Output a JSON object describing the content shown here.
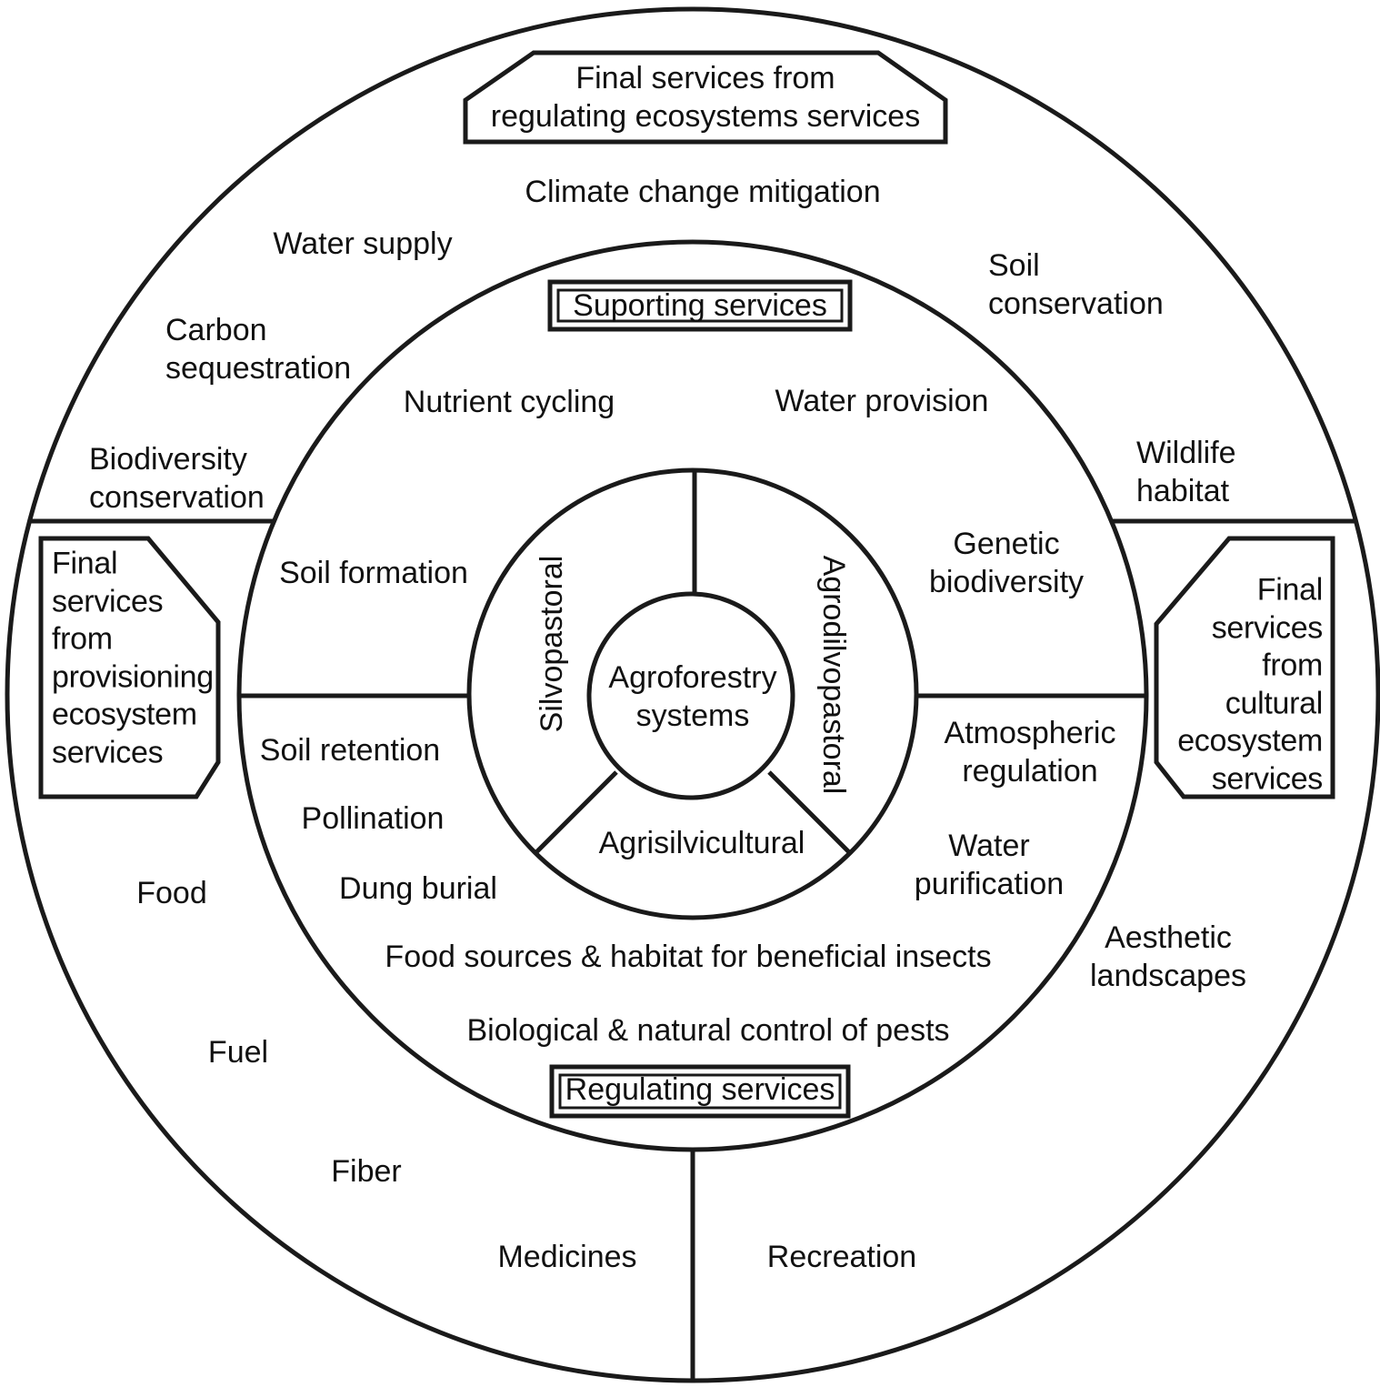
{
  "figure": {
    "type": "concentric-rings-diagram",
    "colors": {
      "stroke": "#1a1a1a",
      "background": "#ffffff"
    },
    "center": {
      "title": "Agroforestry\nsystems"
    },
    "inner_ring": {
      "sectors": {
        "left": "Silvopastoral",
        "right": "Agrodilvopastoral",
        "bottom": "Agrisilvicultural"
      }
    },
    "middle_ring": {
      "header_box": "Suporting services",
      "footer_box": "Regulating services",
      "items": {
        "nutrient_cycling": "Nutrient cycling",
        "water_provision": "Water provision",
        "soil_formation": "Soil formation",
        "genetic_biodiversity": "Genetic\nbiodiversity",
        "soil_retention": "Soil retention",
        "pollination": "Pollination",
        "dung_burial": "Dung burial",
        "atmospheric_regulation": "Atmospheric\nregulation",
        "water_purification": "Water\npurification",
        "food_sources": "Food sources & habitat for beneficial insects",
        "biological_control": "Biological & natural control of pests"
      }
    },
    "outer_ring": {
      "top_box": "Final services from\nregulating ecosystems services",
      "left_box": "Final\nservices\nfrom\nprovisioning\necosystem\nservices",
      "right_box": "Final\nservices\nfrom\ncultural\necosystem\nservices",
      "items": {
        "climate_change_mitigation": "Climate change mitigation",
        "water_supply": "Water supply",
        "carbon_sequestration": "Carbon\nsequestration",
        "biodiversity_conservation": "Biodiversity\nconservation",
        "soil_conservation": "Soil\nconservation",
        "wildlife_habitat": "Wildlife\nhabitat",
        "food": "Food",
        "fuel": "Fuel",
        "fiber": "Fiber",
        "medicines": "Medicines",
        "recreation": "Recreation",
        "aesthetic_landscapes": "Aesthetic\nlandscapes"
      }
    }
  }
}
